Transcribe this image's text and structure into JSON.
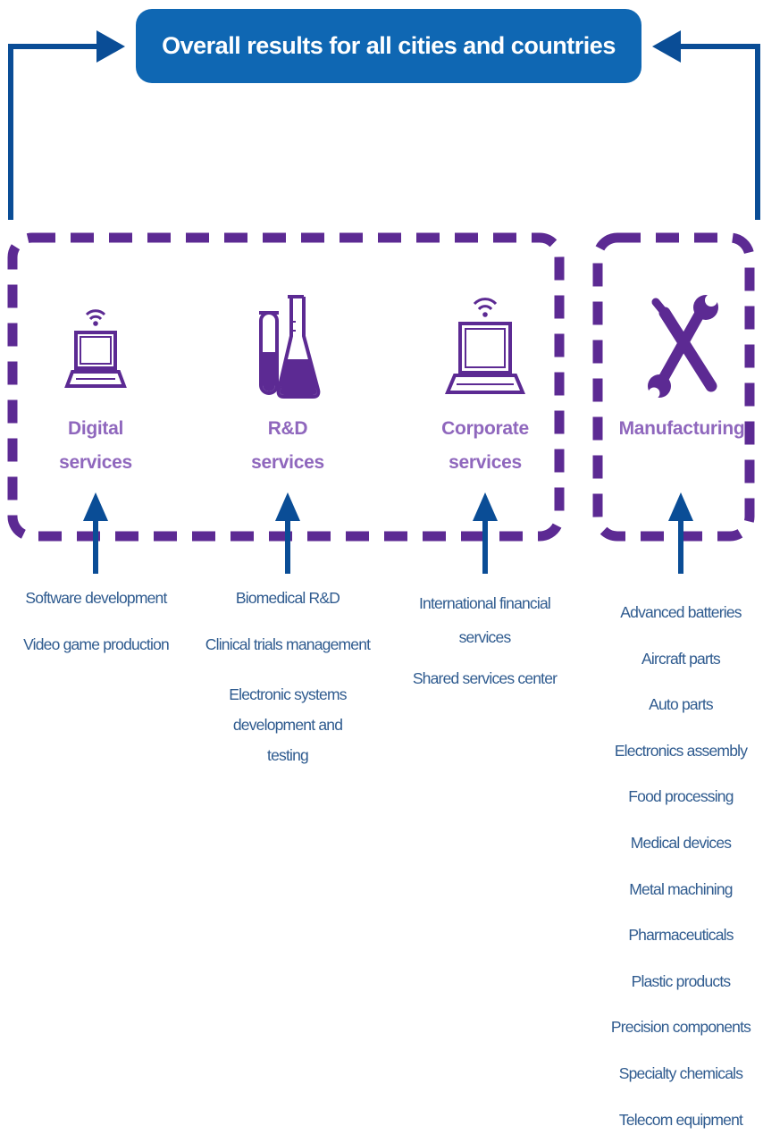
{
  "title": "Overall results for all cities and countries",
  "colors": {
    "blue": "#0a4d96",
    "title_fill": "#0f67b3",
    "purple": "#5c2a93",
    "light_purple": "#8f67bd",
    "subitem_text": "#2f5b8f"
  },
  "categories": [
    {
      "id": "digital",
      "icon": "laptop-wifi-icon",
      "label_line1": "Digital",
      "label_line2": "services",
      "items": [
        "Software development",
        "Video game production"
      ]
    },
    {
      "id": "rnd",
      "icon": "lab-flask-icon",
      "label_line1": "R&D",
      "label_line2": "services",
      "items": [
        "Biomedical R&D",
        "Clinical trials management",
        "Electronic systems development and testing"
      ]
    },
    {
      "id": "corporate",
      "icon": "laptop-wifi-icon",
      "label_line1": "Corporate",
      "label_line2": "services",
      "items": [
        "International financial services",
        "Shared services center"
      ]
    },
    {
      "id": "manufacturing",
      "icon": "wrench-screwdriver-icon",
      "label_line1": "Manufacturing",
      "label_line2": "",
      "items": [
        "Advanced batteries",
        "Aircraft parts",
        "Auto parts",
        "Electronics assembly",
        "Food processing",
        "Medical devices",
        "Metal machining",
        "Pharmaceuticals",
        "Plastic products",
        "Precision components",
        "Specialty chemicals",
        "Telecom equipment"
      ]
    }
  ]
}
